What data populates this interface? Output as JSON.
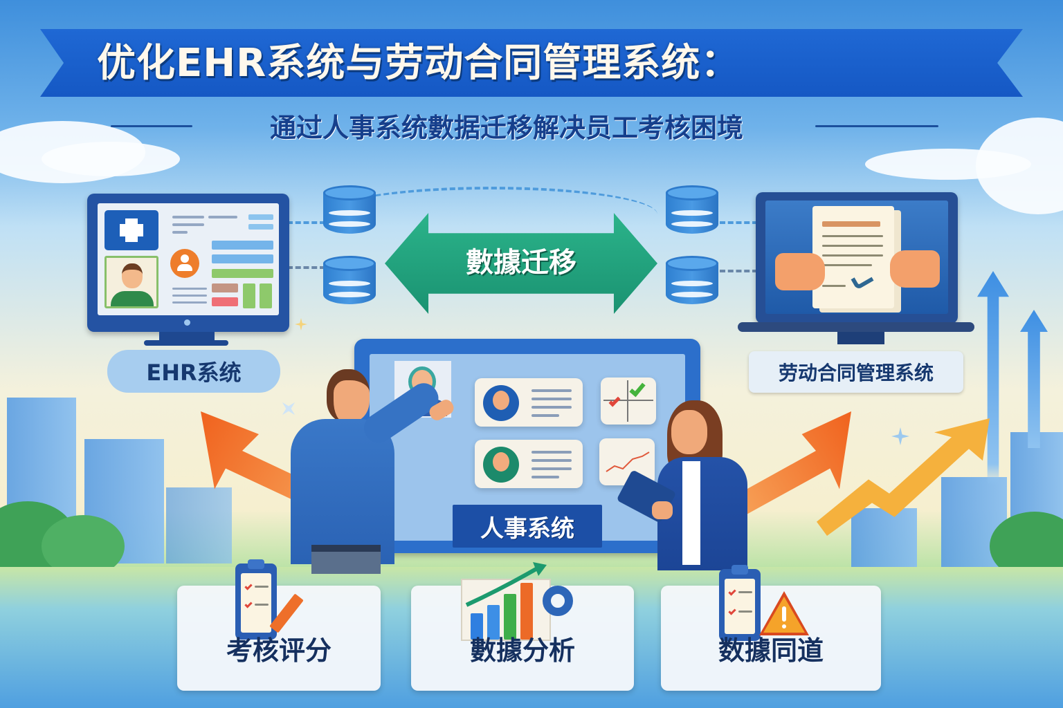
{
  "header": {
    "title": "优化EHR系统与劳动合同管理系统：",
    "subtitle": "通过人事系统數据迁移解决员工考核困境"
  },
  "center_arrow": {
    "label": "數據迁移",
    "color": "#1fa07c"
  },
  "left_system": {
    "label": "EHR系统",
    "icons": [
      "medical-cross-icon",
      "user-avatar-icon",
      "employee-photo-icon"
    ]
  },
  "right_system": {
    "label": "劳动合同管理系统",
    "icons": [
      "contract-document-icon",
      "handshake-icon",
      "signature-pen-icon"
    ]
  },
  "center_system": {
    "label": "人事系统",
    "icons": [
      "employee-profile-icon",
      "checkmark-chart-icon",
      "trend-chart-icon"
    ]
  },
  "database_icons": [
    "database-icon",
    "database-icon",
    "database-icon",
    "database-icon"
  ],
  "bottom_cards": [
    {
      "label": "考核评分",
      "icon": "checklist-clipboard-icon"
    },
    {
      "label": "數據分析",
      "icon": "bar-chart-gear-icon"
    },
    {
      "label": "数據同道",
      "icon": "clipboard-warning-icon"
    }
  ],
  "colors": {
    "ribbon": "#1a5fcc",
    "title_text": "#fff8ec",
    "subtitle_text": "#163f8c",
    "accent_orange": "#f27a2a",
    "accent_yellow": "#f5b13d",
    "accent_green": "#1fa07c",
    "monitor_frame": "#2453a3"
  }
}
